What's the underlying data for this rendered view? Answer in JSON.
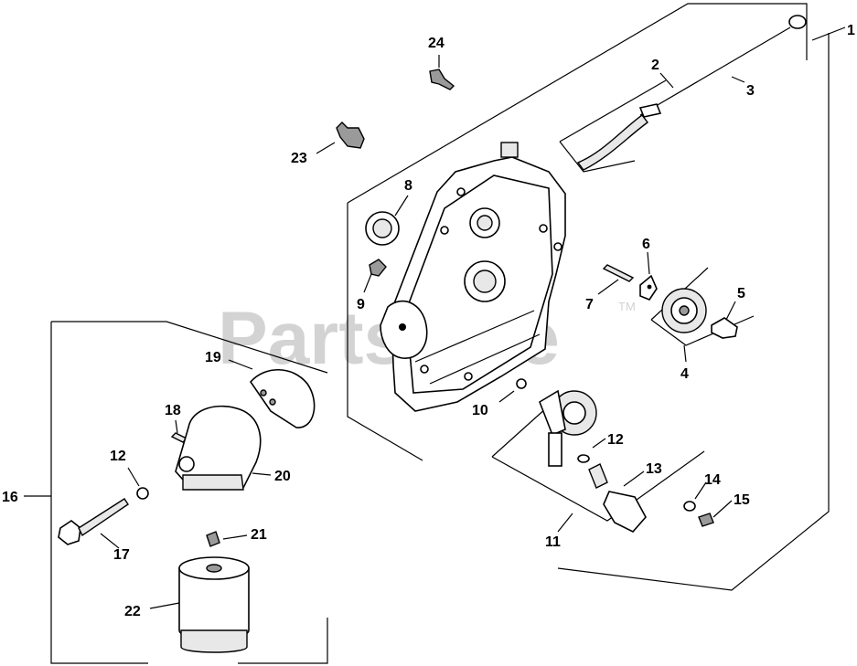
{
  "watermark": {
    "text": "PartsTree",
    "trademark": "TM"
  },
  "callouts": {
    "c1": "1",
    "c2": "2",
    "c3": "3",
    "c4": "4",
    "c5": "5",
    "c6": "6",
    "c7": "7",
    "c8": "8",
    "c9": "9",
    "c10": "10",
    "c11": "11",
    "c12a": "12",
    "c12b": "12",
    "c13": "13",
    "c14": "14",
    "c15": "15",
    "c16": "16",
    "c17": "17",
    "c18": "18",
    "c19": "19",
    "c20": "20",
    "c21": "21",
    "c22": "22",
    "c23": "23",
    "c24": "24"
  }
}
